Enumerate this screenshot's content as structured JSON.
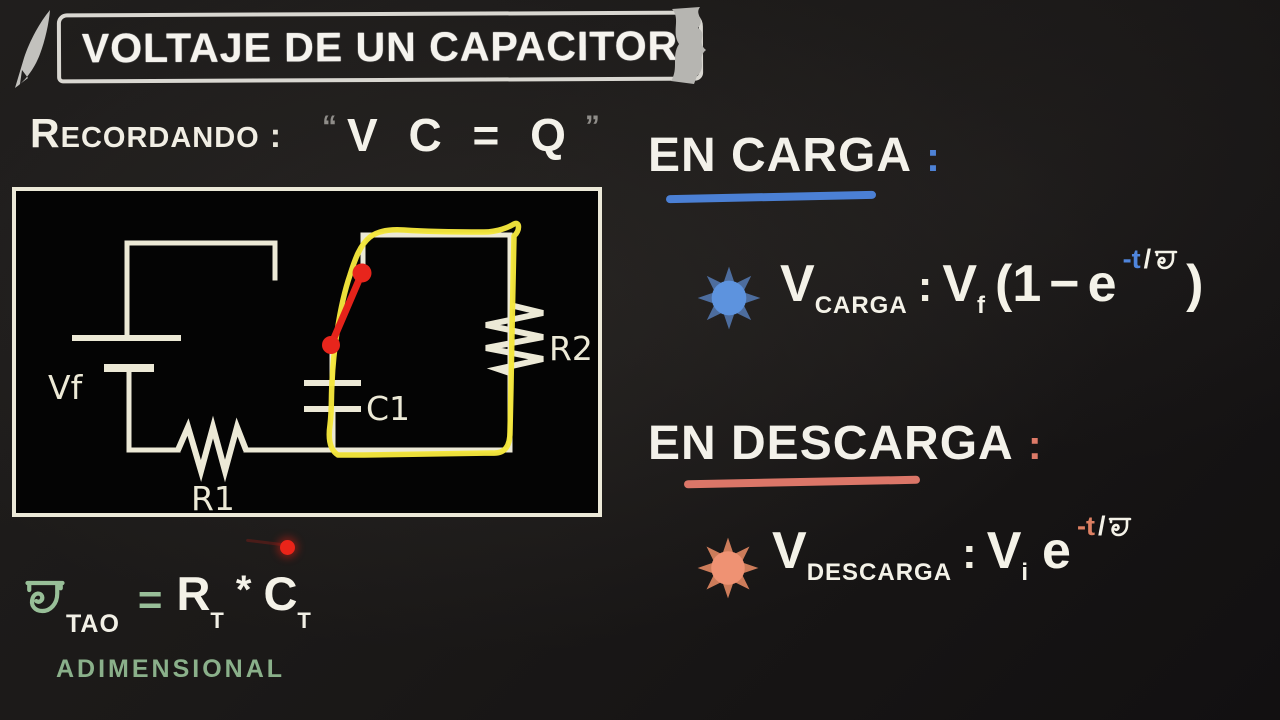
{
  "banner": {
    "title": "VOLTAJE DE UN CAPACITOR"
  },
  "recall": {
    "label": "Recordando",
    "colon": ":",
    "open_quote": "“",
    "expression": "V C = Q",
    "close_quote": "”"
  },
  "circuit": {
    "source_label": "Vf",
    "capacitor_label": "C1",
    "resistor_bottom_label": "R1",
    "resistor_right_label": "R2"
  },
  "charge": {
    "heading": "EN CARGA",
    "colon": ":",
    "v": "V",
    "v_sub": "CARGA",
    "sep": ":",
    "vf": "V",
    "vf_sub": "f",
    "open_group": "(1",
    "minus": "−",
    "e": "e",
    "exp_neg_t": "-t",
    "slash": "/",
    "close_paren": ")"
  },
  "discharge": {
    "heading": "EN DESCARGA",
    "colon": ":",
    "v": "V",
    "v_sub": "DESCARGA",
    "sep": ":",
    "vi": "V",
    "vi_sub": "i",
    "e": "e",
    "exp_neg_t": "-t",
    "slash": "/"
  },
  "tau": {
    "tau_sub": "TAO",
    "equals": "=",
    "r": "R",
    "r_sub": "T",
    "star": "*",
    "c": "C",
    "c_sub": "T",
    "note": "ADIMENSIONAL"
  },
  "colors": {
    "chalk": "#f2efe2",
    "blue_accent": "#4e82d6",
    "salmon_accent": "#dd7a68",
    "green_accent": "#98bf98",
    "yellow_highlight": "#f4e63c",
    "red_marker": "#e5231a"
  }
}
